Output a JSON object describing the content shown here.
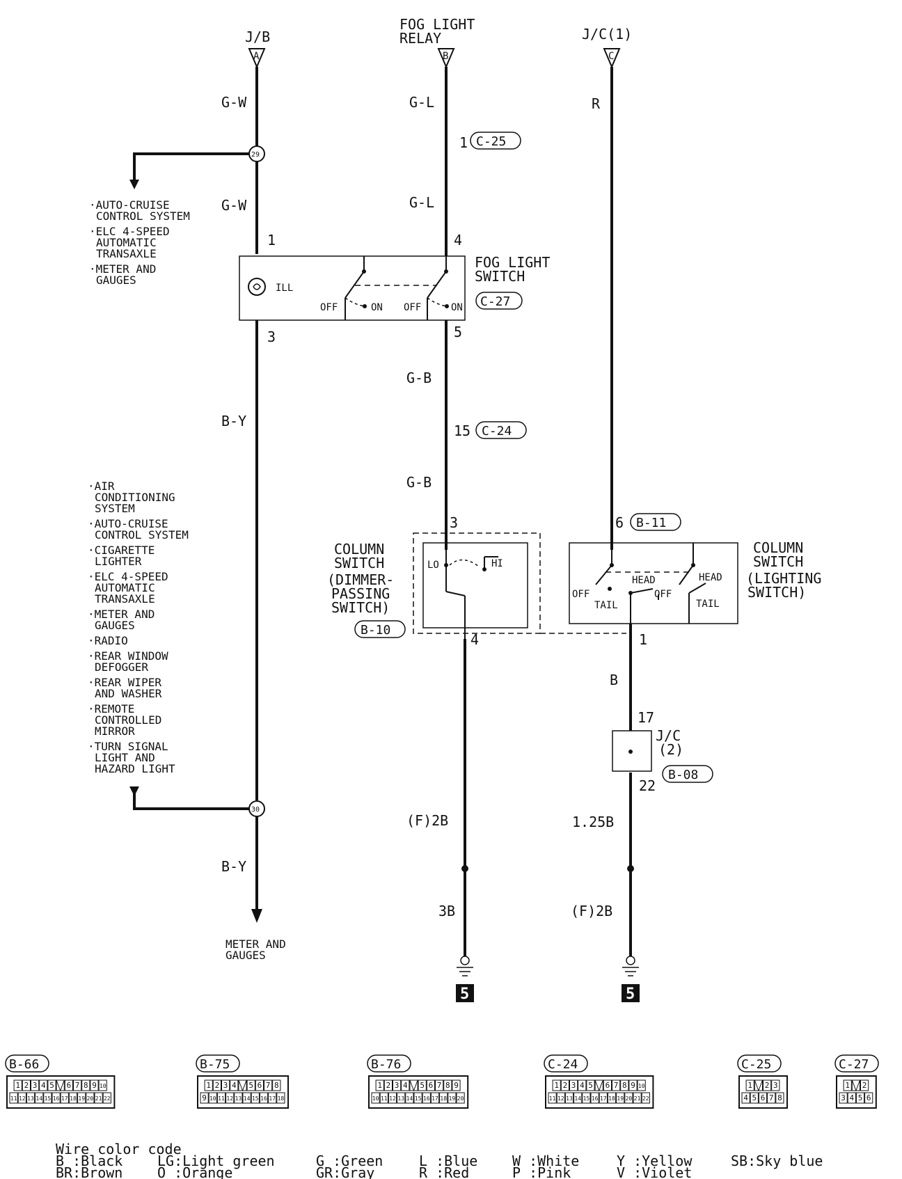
{
  "sources": {
    "jb": {
      "label": "J/B",
      "terminal": "A"
    },
    "fog_relay": {
      "label_line1": "FOG LIGHT",
      "label_line2": "RELAY",
      "terminal": "B"
    },
    "jc1": {
      "label": "J/C(1)",
      "terminal": "C"
    }
  },
  "wires": {
    "left_top_1": "G-W",
    "left_top_2": "G-W",
    "left_mid": "B-Y",
    "left_bottom": "B-Y",
    "mid_top_1": "G-L",
    "mid_top_2": "G-L",
    "mid_gb_1": "G-B",
    "mid_gb_2": "G-B",
    "mid_bottom_1": "(F)2B",
    "mid_bottom_2": "3B",
    "right_top": "R",
    "right_b": "B",
    "right_bottom_1": "1.25B",
    "right_bottom_2": "(F)2B"
  },
  "junctions": {
    "j29": "29",
    "j30": "30"
  },
  "pins": {
    "p1_left": "1",
    "p3_left": "3",
    "p1_c25": "1",
    "p4_fog": "4",
    "p5_fog": "5",
    "p15_c24": "15",
    "p3_col": "3",
    "p4_col": "4",
    "p6_b11": "6",
    "p1_col": "1",
    "p17": "17",
    "p22": "22"
  },
  "connectors": {
    "c25": "C-25",
    "c27": "C-27",
    "c24": "C-24",
    "b10": "B-10",
    "b11": "B-11",
    "b08": "B-08"
  },
  "branch_top_items": [
    [
      "·AUTO-CRUISE",
      "CONTROL SYSTEM"
    ],
    [
      "·ELC 4-SPEED",
      "AUTOMATIC",
      "TRANSAXLE"
    ],
    [
      "·METER AND",
      "GAUGES"
    ]
  ],
  "branch_bottom_items": [
    [
      "·AIR",
      "CONDITIONING",
      "SYSTEM"
    ],
    [
      "·AUTO-CRUISE",
      "CONTROL SYSTEM"
    ],
    [
      "·CIGARETTE",
      "LIGHTER"
    ],
    [
      "·ELC 4-SPEED",
      "AUTOMATIC",
      "TRANSAXLE"
    ],
    [
      "·METER AND",
      "GAUGES"
    ],
    [
      "·RADIO"
    ],
    [
      "·REAR WINDOW",
      "DEFOGGER"
    ],
    [
      "·REAR WIPER",
      "AND WASHER"
    ],
    [
      "·REMOTE",
      "CONTROLLED",
      "MIRROR"
    ],
    [
      "·TURN SIGNAL",
      "LIGHT AND",
      "HAZARD LIGHT"
    ]
  ],
  "meter_gauges": [
    "METER AND",
    "GAUGES"
  ],
  "fog_switch": {
    "title_line1": "FOG LIGHT",
    "title_line2": "SWITCH",
    "ill": "ILL",
    "off1": "OFF",
    "on1": "ON",
    "off2": "OFF",
    "on2": "ON"
  },
  "dimmer_switch": {
    "title": [
      "COLUMN",
      "SWITCH",
      "(DIMMER-",
      "PASSING",
      "SWITCH)"
    ],
    "lo": "LO",
    "hi": "HI"
  },
  "lighting_switch": {
    "title": [
      "COLUMN",
      "SWITCH",
      "(LIGHTING",
      "SWITCH)"
    ],
    "off1": "OFF",
    "tail1": "TAIL",
    "head1": "HEAD",
    "off2": "OFF",
    "tail2": "TAIL",
    "head2": "HEAD"
  },
  "jc2": {
    "line1": "J/C",
    "line2": "(2)"
  },
  "grounds": {
    "left": "5",
    "right": "5"
  },
  "connector_views": [
    {
      "id": "B-66",
      "row1": [
        "1",
        "2",
        "3",
        "4",
        "5",
        "",
        "6",
        "7",
        "8",
        "9",
        "10"
      ],
      "row2": [
        "11",
        "12",
        "13",
        "14",
        "15",
        "16",
        "17",
        "18",
        "19",
        "20",
        "21",
        "22"
      ]
    },
    {
      "id": "B-75",
      "row1": [
        "1",
        "2",
        "3",
        "4",
        "",
        "5",
        "6",
        "7",
        "8"
      ],
      "row2": [
        "9",
        "10",
        "11",
        "12",
        "13",
        "14",
        "15",
        "16",
        "17",
        "18"
      ]
    },
    {
      "id": "B-76",
      "row1": [
        "1",
        "2",
        "3",
        "4",
        "",
        "5",
        "6",
        "7",
        "8",
        "9"
      ],
      "row2": [
        "10",
        "11",
        "12",
        "13",
        "14",
        "15",
        "16",
        "17",
        "18",
        "19",
        "20"
      ]
    },
    {
      "id": "C-24",
      "row1": [
        "1",
        "2",
        "3",
        "4",
        "5",
        "",
        "6",
        "7",
        "8",
        "9",
        "10"
      ],
      "row2": [
        "11",
        "12",
        "13",
        "14",
        "15",
        "16",
        "17",
        "18",
        "19",
        "20",
        "21",
        "22"
      ]
    },
    {
      "id": "C-25",
      "row1": [
        "1",
        "",
        "2",
        "3"
      ],
      "row2": [
        "4",
        "5",
        "6",
        "7",
        "8"
      ]
    },
    {
      "id": "C-27",
      "row1": [
        "1",
        "",
        "2"
      ],
      "row2": [
        "3",
        "4",
        "5",
        "6"
      ]
    }
  ],
  "legend": {
    "title": "Wire color code",
    "col1": [
      "B :Black",
      "BR:Brown"
    ],
    "col2": [
      "LG:Light green",
      "O :Orange"
    ],
    "col3": [
      "G :Green",
      "GR:Gray"
    ],
    "col4": [
      "L :Blue",
      "R :Red"
    ],
    "col5": [
      "W :White",
      "P :Pink"
    ],
    "col6": [
      "Y :Yellow",
      "V :Violet"
    ],
    "col7": [
      "SB:Sky blue"
    ]
  }
}
